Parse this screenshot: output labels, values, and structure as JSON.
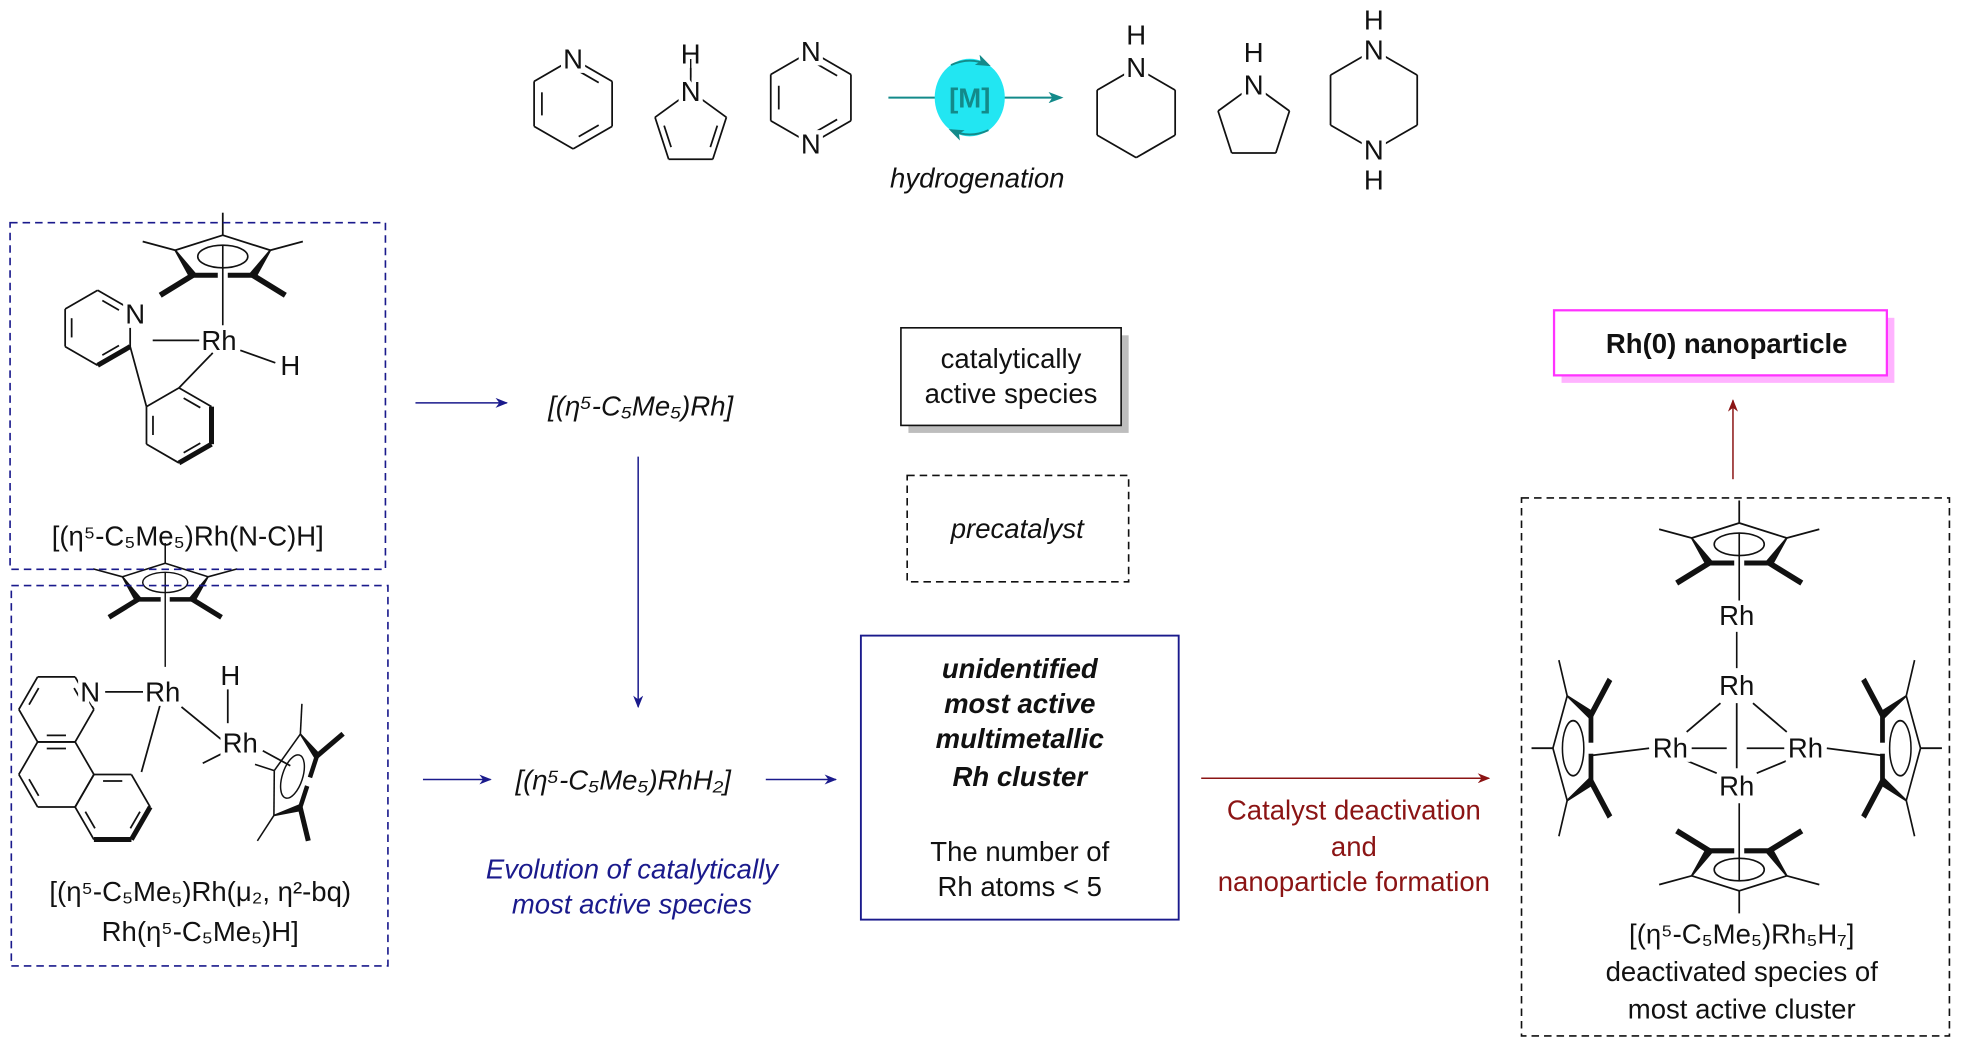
{
  "colors": {
    "navy": "#1a1a8c",
    "dark_red": "#8b1414",
    "magenta": "#ff33ff",
    "cyan": "#22e6f2",
    "teal": "#138a8a",
    "shadow_gray": "#bdbdbd",
    "shadow_pink": "#ffb3ff"
  },
  "atoms": {
    "N": "N",
    "H": "H",
    "Rh": "Rh"
  },
  "reaction": {
    "catalyst": "[M]",
    "caption": "hydrogenation",
    "substrates": [
      "pyridine",
      "pyrrole",
      "pyrazine"
    ],
    "products": [
      "piperidine",
      "pyrrolidine",
      "piperazine"
    ]
  },
  "precatalyst_1": {
    "label": "[(η⁵-C₅Me₅)Rh(N-C)H]"
  },
  "precatalyst_2": {
    "label_line1": "[(η⁵-C₅Me₅)Rh(μ₂, η²-bq)",
    "label_line2": "Rh(η⁵-C₅Me₅)H]"
  },
  "intermediate_1": "[(η⁵-C₅Me₅)Rh]",
  "intermediate_2": "[(η⁵-C₅Me₅)RhH₂]",
  "evolution_caption": {
    "line1": "Evolution of catalytically",
    "line2": "most active species"
  },
  "legend": {
    "active_line1": "catalytically",
    "active_line2": "active species",
    "precatalyst": "precatalyst"
  },
  "cluster_box": {
    "line1": "unidentified",
    "line2": "most active",
    "line3": "multimetallic",
    "line4": "Rh cluster",
    "line5": "The number of",
    "line6": "Rh atoms < 5"
  },
  "deactivation": {
    "line1": "Catalyst deactivation",
    "line2": "and",
    "line3": "nanoparticle formation"
  },
  "nanoparticle": "Rh(0) nanoparticle",
  "deactivated": {
    "line1": "[(η⁵-C₅Me₅)Rh₅H₇]",
    "line2": "deactivated species of",
    "line3": "most active cluster"
  }
}
